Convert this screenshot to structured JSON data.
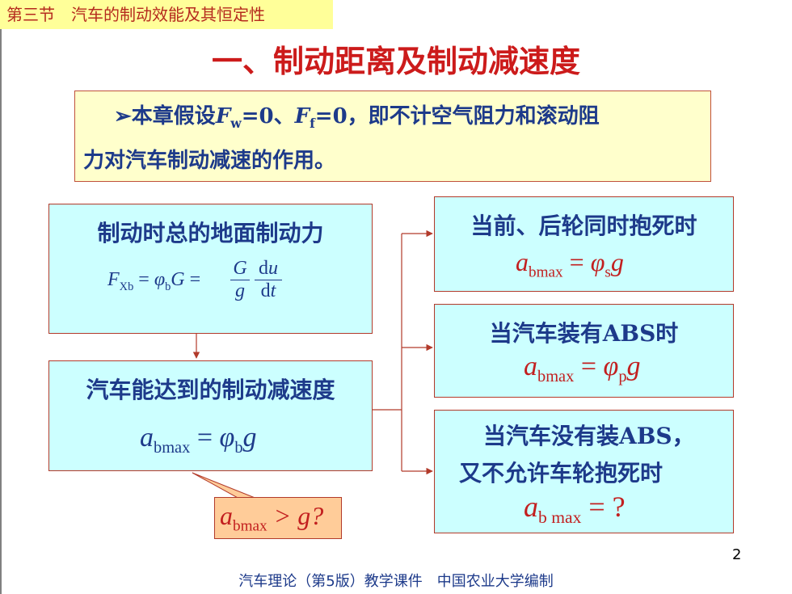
{
  "header": {
    "section": "第三节　汽车的制动效能及其恒定性"
  },
  "title": "一、制动距离及制动减速度",
  "assumption": {
    "bullet": "➢",
    "line1_a": "本章假设",
    "Fw_sym": "F",
    "Fw_sub": "w",
    "mid": "=0、",
    "Ff_sym": "F",
    "Ff_sub": "f",
    "line1_b": "=0，即不计空气阻力和滚动阻",
    "line2": "力对汽车制动减速的作用。"
  },
  "box_ground_force": {
    "heading": "制动时总的地面制动力",
    "F": "F",
    "F_sub": "Xb",
    "eq1": " = ",
    "phi": "φ",
    "phi_sub": "b",
    "G": "G",
    "eq2": " = ",
    "frac1_num": "G",
    "frac1_den": "g",
    "frac2_num_d": "d",
    "frac2_num_u": "u",
    "frac2_den_d": "d",
    "frac2_den_t": "t"
  },
  "box_max_decel": {
    "heading": "汽车能达到的制动减速度",
    "a": "a",
    "a_sub": "bmax",
    "eq": " = ",
    "phi": "φ",
    "phi_sub": "b",
    "g": "g"
  },
  "callout": {
    "a": "a",
    "a_sub": "bmax",
    "rest": " > g?"
  },
  "case_both_lock": {
    "heading": "当前、后轮同时抱死时",
    "a": "a",
    "a_sub": "bmax",
    "eq": " = ",
    "phi": "φ",
    "phi_sub": "s",
    "g": "g"
  },
  "case_abs": {
    "heading": "当汽车装有ABS时",
    "a": "a",
    "a_sub": "bmax",
    "eq": " = ",
    "phi": "φ",
    "phi_sub": "p",
    "g": "g"
  },
  "case_no_abs": {
    "heading1": "当汽车没有装ABS，",
    "heading2": "又不允许车轮抱死时",
    "a": "a",
    "a_sub": "b max",
    "rest": " = ?"
  },
  "page_number": "2",
  "footer": "汽车理论（第5版）教学课件　中国农业大学编制",
  "colors": {
    "title": "#cc1b1b",
    "text": "#1d3a8a",
    "box_fill": "#ccffff",
    "note_fill": "#ffffcc",
    "callout_fill": "#ffcc99",
    "border": "#b23a2a"
  }
}
